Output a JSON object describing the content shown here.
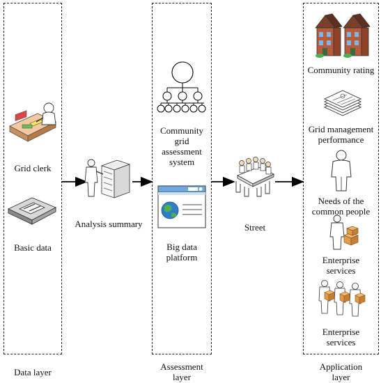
{
  "layers": {
    "data": "Data layer",
    "assessment_line1": "Assessment",
    "assessment_line2": "layer",
    "application_line1": "Application",
    "application_line2": "layer"
  },
  "nodes": {
    "grid_clerk": "Grid clerk",
    "basic_data": "Basic data",
    "analysis_summary": "Analysis summary",
    "community_grid_1": "Community",
    "community_grid_2": "grid",
    "community_grid_3": "assessment",
    "community_grid_4": "system",
    "big_data_1": "Big data",
    "big_data_2": "platform",
    "street": "Street",
    "community_rating": "Community rating",
    "grid_mgmt_1": "Grid management",
    "grid_mgmt_2": "performance",
    "needs_1": "Needs of the",
    "needs_2": "common people",
    "enterprise_1a": "Enterprise",
    "enterprise_1b": "services",
    "enterprise_2a": "Enterprise",
    "enterprise_2b": "services"
  },
  "icons": [
    "desk-clerk-icon",
    "tape-cartridge-icon",
    "person-server-icon",
    "hierarchy-tree-icon",
    "globe-window-icon",
    "conference-table-icon",
    "houses-icon",
    "documents-stack-icon",
    "person-icon",
    "person-boxes-icon",
    "people-boxes-icon"
  ]
}
